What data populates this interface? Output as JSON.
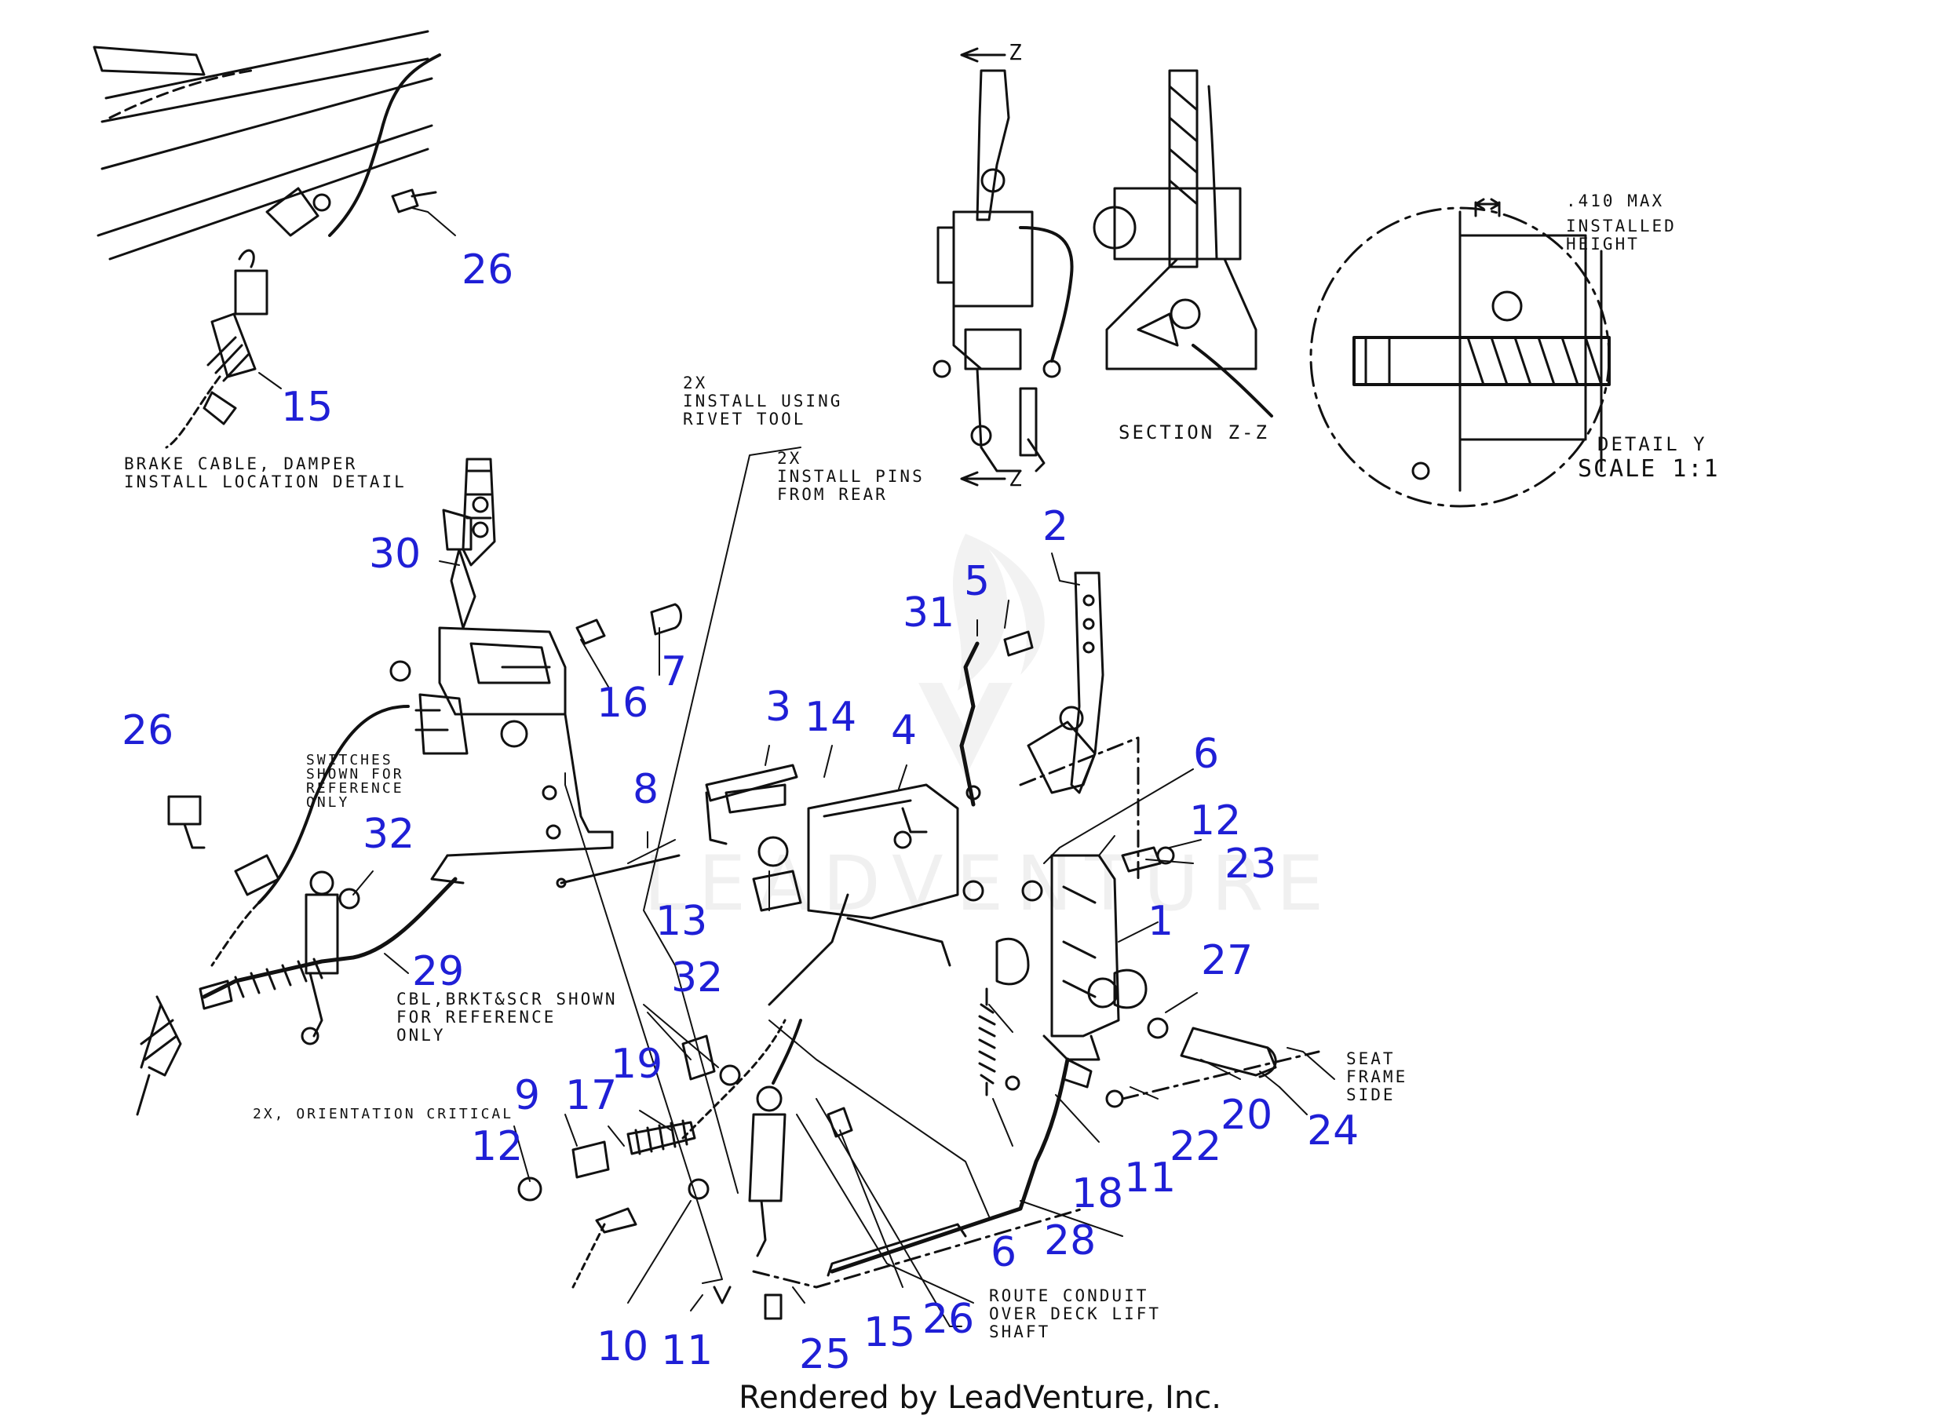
{
  "footer": "Rendered by LeadVenture, Inc.",
  "watermark": "LEADVENTURE",
  "callouts": [
    {
      "id": "c-26a",
      "text": "26"
    },
    {
      "id": "c-15a",
      "text": "15"
    },
    {
      "id": "c-30",
      "text": "30"
    },
    {
      "id": "c-16",
      "text": "16"
    },
    {
      "id": "c-7",
      "text": "7"
    },
    {
      "id": "c-26b",
      "text": "26"
    },
    {
      "id": "c-8",
      "text": "8"
    },
    {
      "id": "c-32a",
      "text": "32"
    },
    {
      "id": "c-29",
      "text": "29"
    },
    {
      "id": "c-3",
      "text": "3"
    },
    {
      "id": "c-14",
      "text": "14"
    },
    {
      "id": "c-4",
      "text": "4"
    },
    {
      "id": "c-31",
      "text": "31"
    },
    {
      "id": "c-5",
      "text": "5"
    },
    {
      "id": "c-2",
      "text": "2"
    },
    {
      "id": "c-6a",
      "text": "6"
    },
    {
      "id": "c-12a",
      "text": "12"
    },
    {
      "id": "c-23",
      "text": "23"
    },
    {
      "id": "c-13",
      "text": "13"
    },
    {
      "id": "c-1",
      "text": "1"
    },
    {
      "id": "c-27",
      "text": "27"
    },
    {
      "id": "c-32b",
      "text": "32"
    },
    {
      "id": "c-19",
      "text": "19"
    },
    {
      "id": "c-9",
      "text": "9"
    },
    {
      "id": "c-17",
      "text": "17"
    },
    {
      "id": "c-12b",
      "text": "12"
    },
    {
      "id": "c-18",
      "text": "18"
    },
    {
      "id": "c-11a",
      "text": "11"
    },
    {
      "id": "c-22",
      "text": "22"
    },
    {
      "id": "c-20",
      "text": "20"
    },
    {
      "id": "c-24",
      "text": "24"
    },
    {
      "id": "c-6b",
      "text": "6"
    },
    {
      "id": "c-28",
      "text": "28"
    },
    {
      "id": "c-10",
      "text": "10"
    },
    {
      "id": "c-11b",
      "text": "11"
    },
    {
      "id": "c-25",
      "text": "25"
    },
    {
      "id": "c-15b",
      "text": "15"
    },
    {
      "id": "c-26c",
      "text": "26"
    }
  ],
  "notes": {
    "brake_cable": "BRAKE CABLE, DAMPER\nINSTALL LOCATION DETAIL",
    "rivet": "2X\nINSTALL USING\nRIVET TOOL",
    "pins": "2X\nINSTALL PINS\nFROM REAR",
    "switches": "SWITCHES\nSHOWN FOR\nREFERENCE\nONLY",
    "cbl": "CBL,BRKT&SCR SHOWN\nFOR REFERENCE\nONLY",
    "orientation": "2X, ORIENTATION CRITICAL",
    "route": "ROUTE CONDUIT\nOVER DECK LIFT\nSHAFT",
    "seat": "SEAT\nFRAME\nSIDE",
    "section": "SECTION Z-Z",
    "max": ".410 MAX",
    "installed": "INSTALLED\nHEIGHT",
    "detail": "DETAIL Y",
    "scale": "SCALE 1:1",
    "z_top": "Z",
    "z_bottom": "Z"
  }
}
